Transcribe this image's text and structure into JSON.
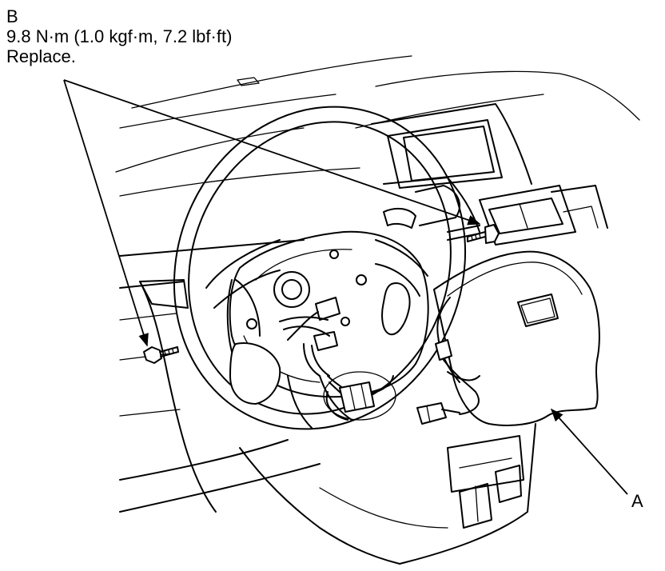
{
  "callouts": {
    "b": {
      "letter": "B",
      "torque": "9.8 N·m (1.0 kgf·m, 7.2 lbf·ft)",
      "note": "Replace."
    },
    "a": {
      "letter": "A"
    }
  }
}
